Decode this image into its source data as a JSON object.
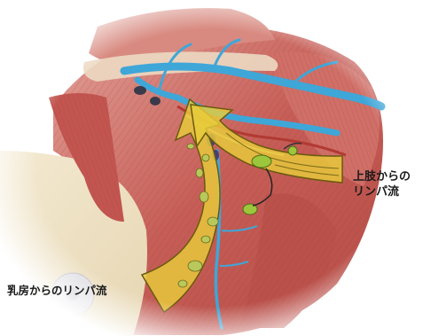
{
  "labels": {
    "upper_limb_line1": "上肢からの",
    "upper_limb_line2": "リンパ流",
    "breast": "乳房からのリンパ流"
  },
  "colors": {
    "muscle": "#c9605a",
    "muscle_dark": "#a8443f",
    "muscle_light": "#e0928a",
    "vein": "#3fa6d8",
    "arrow_fill": "#e8cc3a",
    "node": "#9cc63c",
    "fat": "#efe3c6",
    "nipple": "#d9d9dd"
  },
  "icons": {
    "upper_arrow": "yellow-flow-arrow",
    "breast_arrow": "yellow-flow-arrow",
    "nipple": "nipple-areola"
  }
}
